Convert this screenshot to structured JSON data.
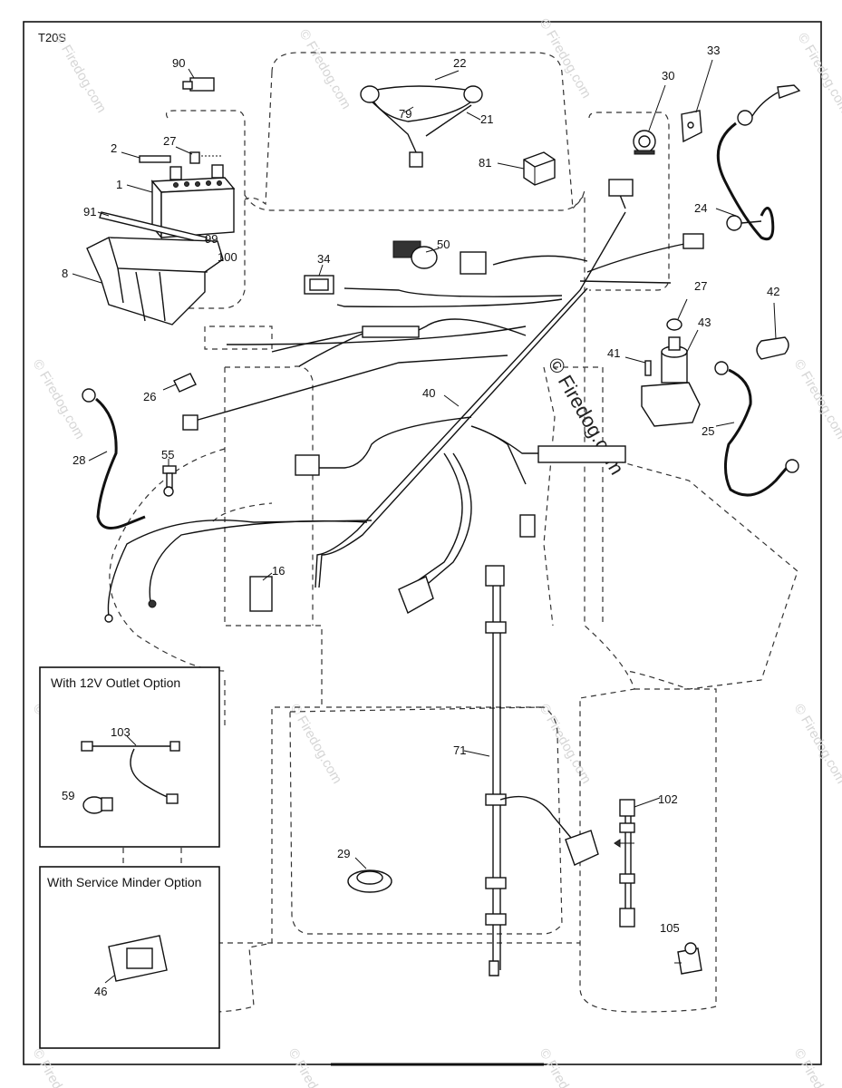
{
  "diagram_id": "T20S",
  "watermark": "© Firedog.com",
  "insets": {
    "outlet": {
      "title": "With 12V Outlet Option",
      "parts": [
        "103",
        "59"
      ]
    },
    "minder": {
      "title": "With Service Minder Option",
      "parts": [
        "46"
      ]
    }
  },
  "callouts": [
    "90",
    "2",
    "27",
    "1",
    "91",
    "99",
    "100",
    "8",
    "22",
    "79",
    "21",
    "81",
    "30",
    "33",
    "24",
    "34",
    "50",
    "27",
    "42",
    "43",
    "41",
    "25",
    "26",
    "40",
    "28",
    "55",
    "16",
    "71",
    "29",
    "102",
    "105"
  ]
}
